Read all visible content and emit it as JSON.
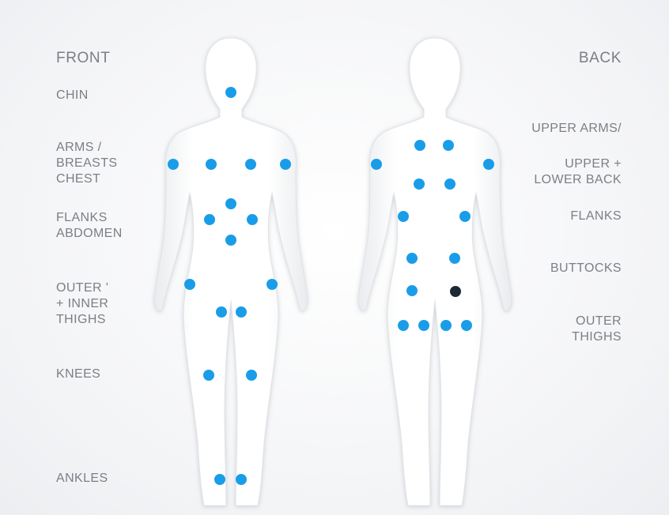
{
  "front_label": "FRONT",
  "back_label": "BACK",
  "front_regions": {
    "chin": "CHIN",
    "arms_breasts_chest": "ARMS /\nBREASTS\nCHEST",
    "flanks_abdomen": "FLANKS\nABDOMEN",
    "thighs": "OUTER '\n+ INNER\nTHIGHS",
    "knees": "KNEES",
    "ankles": "ANKLES"
  },
  "back_regions": {
    "upper_arms": "UPPER ARMS/",
    "back": "UPPER +\nLOWER BACK",
    "flanks": "FLANKS",
    "buttocks": "BUTTOCKS",
    "outer_thighs": "OUTER\nTHIGHS"
  },
  "colors": {
    "dot": "#1a9de8",
    "dot_dark": "#1d2a36",
    "label": "#7b7f86",
    "silhouette": "#fbfbfc"
  }
}
